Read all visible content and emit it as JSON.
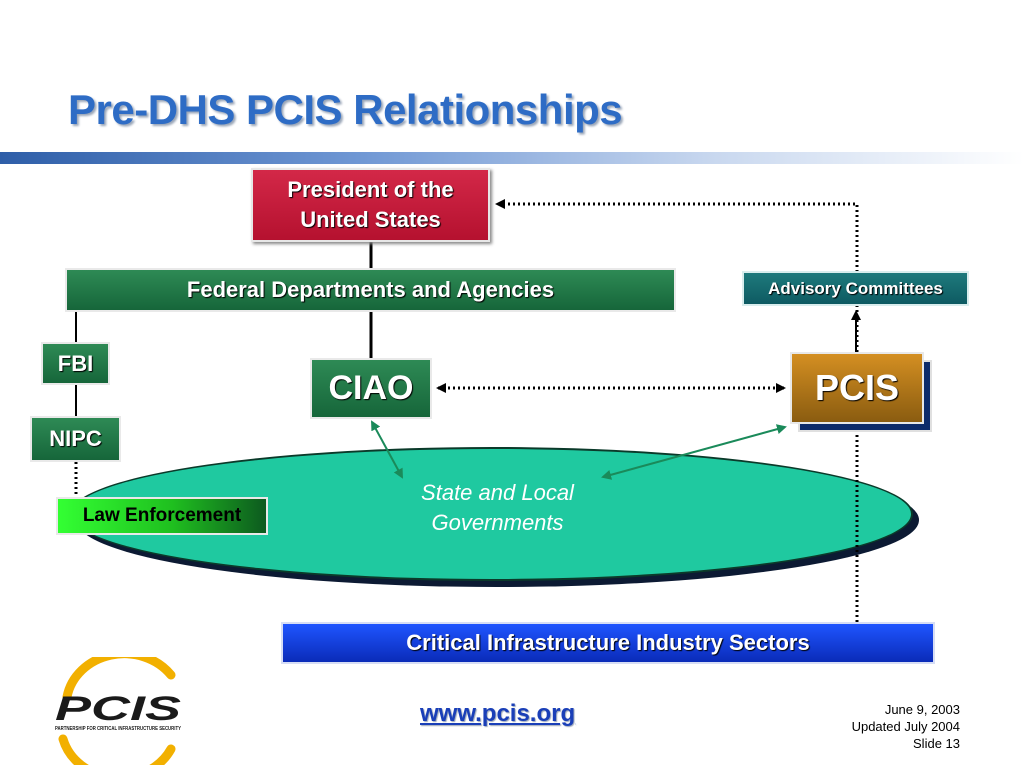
{
  "slide": {
    "title": "Pre-DHS PCIS Relationships",
    "url": "www.pcis.org",
    "footer": {
      "date": "June 9,  2003",
      "updated": "Updated July 2004",
      "slide_number": "Slide 13"
    }
  },
  "nodes": {
    "president": {
      "line1": "President of the",
      "line2": "United States"
    },
    "federal": "Federal Departments and Agencies",
    "advisory": "Advisory Committees",
    "fbi": "FBI",
    "nipc": "NIPC",
    "ciao": "CIAO",
    "pcis": "PCIS",
    "state_local": {
      "line1": "State and Local",
      "line2": "Governments"
    },
    "law_enforcement": "Law Enforcement",
    "critical": "Critical Infrastructure Industry Sectors"
  },
  "logo": {
    "wordmark": "PCIS",
    "tagline": "PARTNERSHIP FOR CRITICAL INFRASTRUCTURE SECURITY"
  },
  "colors": {
    "title": "#2e6cc5",
    "president": "#c41a3a",
    "agency_green": "#1e7344",
    "pcis_gold": "#b07418",
    "ellipse": "#1fc9a0",
    "critical_blue": "#1340e0",
    "arrow_green": "#1a8a5a"
  }
}
